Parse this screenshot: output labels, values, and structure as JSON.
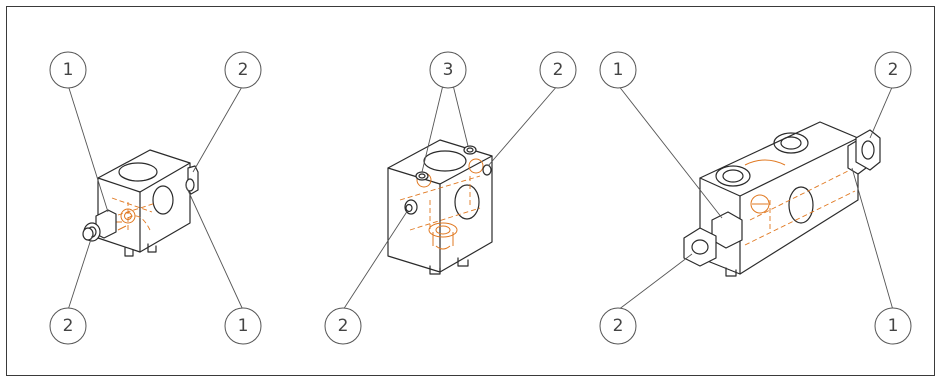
{
  "figure": {
    "accent_color": "#e07820",
    "line_color": "#2b2b2b",
    "views": [
      {
        "callouts": [
          {
            "label": "1"
          },
          {
            "label": "2"
          },
          {
            "label": "2"
          },
          {
            "label": "1"
          }
        ]
      },
      {
        "callouts": [
          {
            "label": "3"
          },
          {
            "label": "2"
          },
          {
            "label": "2"
          }
        ]
      },
      {
        "callouts": [
          {
            "label": "1"
          },
          {
            "label": "2"
          },
          {
            "label": "2"
          },
          {
            "label": "1"
          }
        ]
      }
    ]
  }
}
